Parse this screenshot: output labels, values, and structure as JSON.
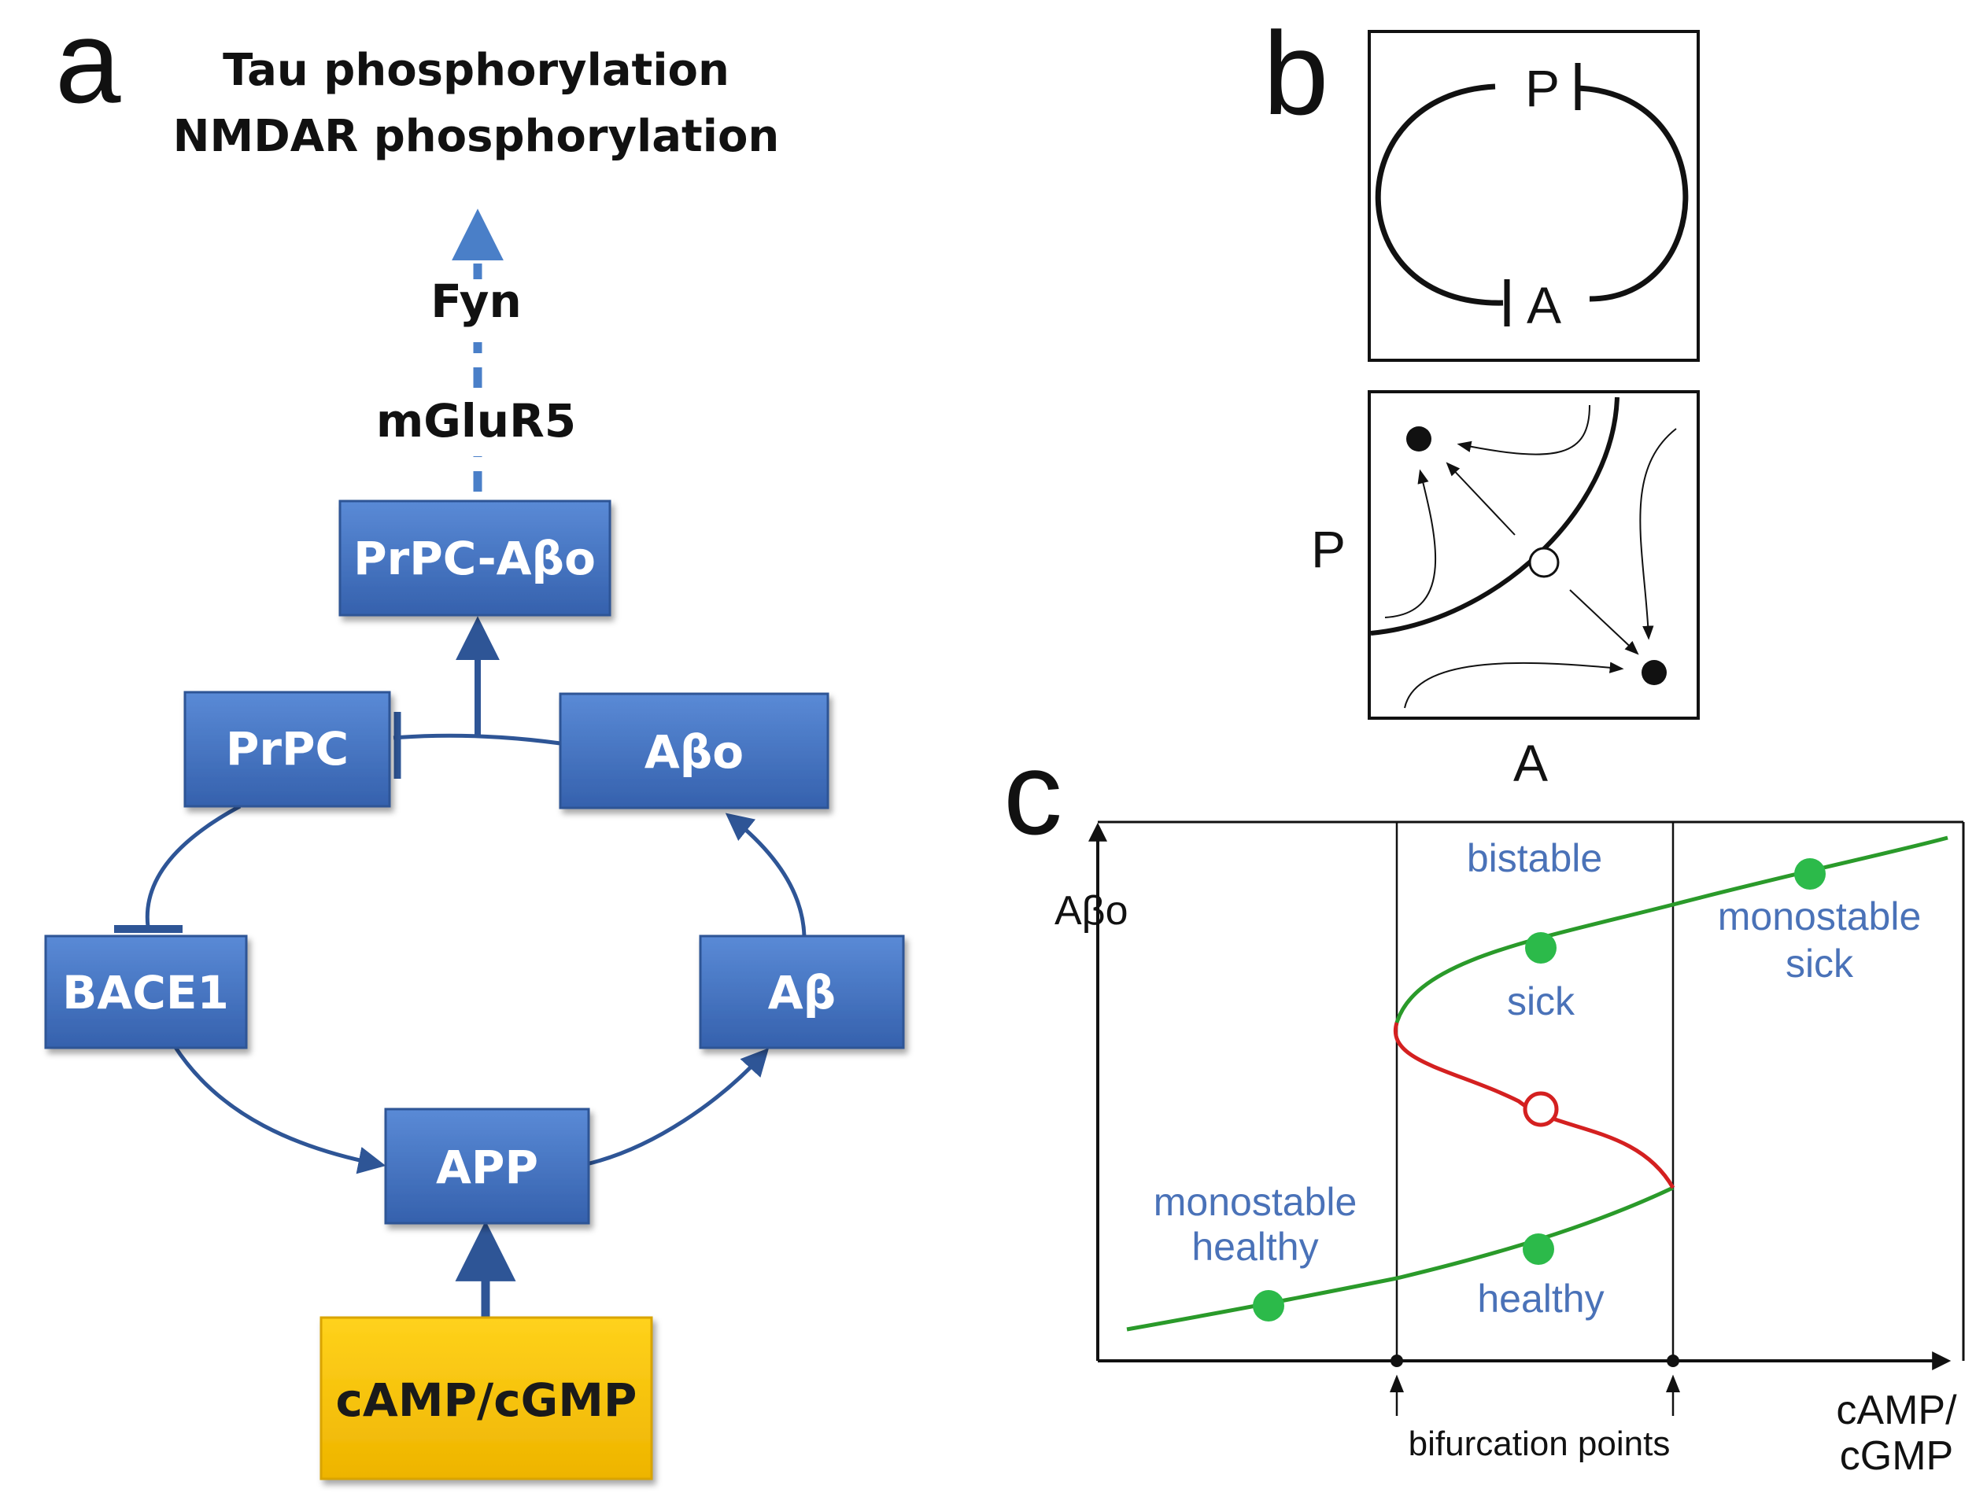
{
  "panel_a": {
    "letter": "a",
    "title_line1": "Tau phosphorylation",
    "title_line2": "NMDAR phosphorylation",
    "fyn": "Fyn",
    "mglur5": "mGluR5",
    "boxes": {
      "prpc_abo": "PrPC-Aβo",
      "prpc": "PrPC",
      "abo": "Aβo",
      "bace1": "BACE1",
      "ab": "Aβ",
      "app": "APP",
      "camp": "cAMP/cGMP"
    },
    "colors": {
      "box": "#3f6fbf",
      "box_dark": "#2e5596",
      "arrow": "#2e5596",
      "dashed": "#4a7fc8",
      "camp_box": "#f5c400"
    }
  },
  "panel_b": {
    "letter": "b",
    "loop_labels": {
      "top": "P",
      "bottom": "A"
    },
    "phase_axis_y": "P",
    "phase_axis_x": "A"
  },
  "panel_c": {
    "letter": "c",
    "y_label": "Aβo",
    "x_label_line1": "cAMP/",
    "x_label_line2": "cGMP",
    "bistable": "bistable",
    "sick": "sick",
    "healthy": "healthy",
    "mono_sick_line1": "monostable",
    "mono_sick_line2": "sick",
    "mono_healthy_line1": "monostable",
    "mono_healthy_line2": "healthy",
    "bifurcation": "bifurcation points",
    "colors": {
      "stable": "#2a9a2a",
      "unstable": "#d42020",
      "label": "#4a72b8",
      "dot": "#2cba4a"
    }
  }
}
